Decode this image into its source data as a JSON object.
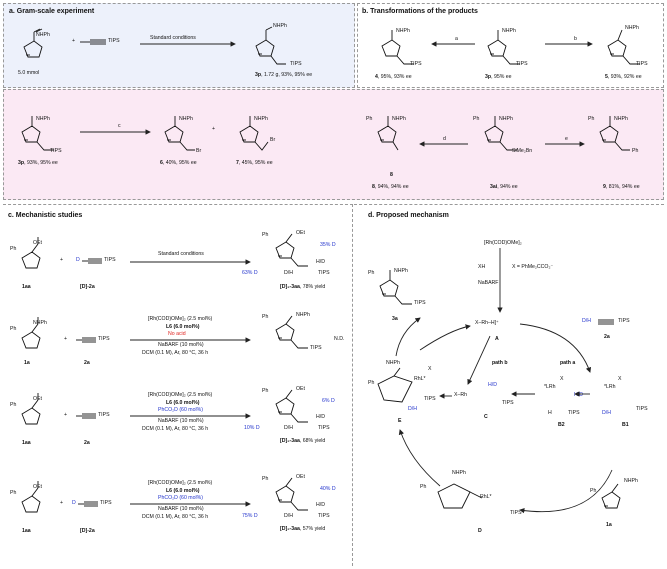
{
  "panels": {
    "a": {
      "title": "a. Gram-scale experiment",
      "bg": "#edf1fb"
    },
    "b": {
      "title": "b. Transformations of the products",
      "bg": "#ffffff"
    },
    "b2": {
      "bg": "#fbe9f4"
    },
    "c": {
      "title": "c. Mechanistic studies"
    },
    "d": {
      "title": "d. Proposed mechanism"
    }
  },
  "a": {
    "amide": "NHPh",
    "alkyne": "TIPS",
    "scale": "5.0 mmol",
    "conditions": "Standard conditions",
    "product_sub1": "NHPh",
    "product_sub2": "TIPS",
    "product_label": "3p",
    "product_yield": ", 1.72 g, 93%, 95% ee"
  },
  "b": {
    "arrow_a": "a",
    "arrow_b": "b",
    "arrow_c": "c",
    "arrow_d": "d",
    "arrow_e": "e",
    "c4": {
      "label": "4",
      "yield": ", 95%, 93% ee",
      "nh": "NHPh",
      "tips": "TIPS"
    },
    "c3p": {
      "label": "3p",
      "yield": ", 95% ee",
      "nh": "NHPh",
      "tips": "TIPS"
    },
    "c5": {
      "label": "5",
      "yield": ", 93%, 92% ee",
      "nh": "NHPh",
      "tips": "TIPS"
    },
    "c3p2": {
      "label": "3p",
      "yield": ", 93%, 95% ee",
      "nh": "NHPh",
      "tips": "TIPS"
    },
    "c6": {
      "label": "6",
      "yield": ", 40%, 95% ee",
      "nh": "NHPh",
      "br": "Br"
    },
    "plus": "+",
    "c7": {
      "label": "7",
      "yield": ", 45%, 95% ee",
      "nh": "NHPh",
      "br": "Br"
    },
    "c8": {
      "label": "8",
      "yield": ", 94%, 94% ee",
      "ph": "Ph",
      "nh": "NHPh"
    },
    "c8b": {
      "label": "8"
    },
    "c3ai": {
      "label": "3ai",
      "yield": ", 94% ee",
      "ph": "Ph",
      "nh": "NHPh",
      "si": "SiMe₂Bn"
    },
    "c9": {
      "label": "9",
      "yield": ", 81%, 94% ee",
      "ph": "Ph",
      "nh": "NHPh",
      "ph2": "Ph"
    }
  },
  "c": {
    "r1": {
      "sm_ph": "Ph",
      "sm_oet": "OEt",
      "sm_label": "1aa",
      "plus": "+",
      "d": "D",
      "tips": "TIPS",
      "alk_label": "[D]-2a",
      "cond": "Standard conditions",
      "p_ph": "Ph",
      "p_oet": "OEt",
      "p_d35": "35% D",
      "p_hd": "H/D",
      "p_dh": "D/H",
      "p_tips": "TIPS",
      "p_d63": "63% D",
      "p_label": "[D]₂-3aa",
      "p_yield": ", 78% yield"
    },
    "r2": {
      "sm_ph": "Ph",
      "sm_nh": "NHPh",
      "sm_label": "1a",
      "plus": "+",
      "tips": "TIPS",
      "alk_label": "2a",
      "cond1": "[Rh(COD)OMe]₂ (2.5 mol%)",
      "cond2": "L6 (6.0 mol%)",
      "cond3": "No acid",
      "cond4": "NaBARF (10 mol%)",
      "cond5": "DCM (0.1 M), Ar, 80 °C, 36 h",
      "p_ph": "Ph",
      "p_nh": "NHPh",
      "p_tips": "TIPS",
      "nd": "N.D."
    },
    "r3": {
      "sm_ph": "Ph",
      "sm_oet": "OEt",
      "sm_label": "1aa",
      "plus": "+",
      "tips": "TIPS",
      "alk_label": "2a",
      "cond1": "[Rh(COD)OMe]₂ (2.5 mol%)",
      "cond2": "L6 (6.0 mol%)",
      "cond3": "PhCO₂D (60 mol%)",
      "cond4": "NaBARF (10 mol%)",
      "cond5": "DCM (0.1 M), Ar, 80 °C, 36 h",
      "p_ph": "Ph",
      "p_oet": "OEt",
      "p_d6": "6% D",
      "p_hd": "H/D",
      "p_dh": "D/H",
      "p_tips": "TIPS",
      "p_d10": "10% D",
      "p_label": "[D]₂-3aa",
      "p_yield": ", 68% yield"
    },
    "r4": {
      "sm_ph": "Ph",
      "sm_oet": "OEt",
      "sm_label": "1aa",
      "plus": "+",
      "d": "D",
      "tips": "TIPS",
      "alk_label": "[D]-2a",
      "cond1": "[Rh(COD)OMe]₂ (2.5 mol%)",
      "cond2": "L6 (6.0 mol%)",
      "cond3": "PhCO₂D (60 mol%)",
      "cond4": "NaBARF (10 mol%)",
      "cond5": "DCM (0.1 M), Ar, 80 °C, 36 h",
      "p_ph": "Ph",
      "p_oet": "OEt",
      "p_d40": "40% D",
      "p_hd": "H/D",
      "p_dh": "D/H",
      "p_tips": "TIPS",
      "p_d75": "75% D",
      "p_label": "[D]₂-3aa",
      "p_yield": ", 57% yield"
    }
  },
  "d": {
    "precat": "[Rh(COD)OMe]₂",
    "xh": "XH",
    "xdef": "X = PhMe₂CCO₂⁻",
    "nabarf": "NaBARF",
    "A_formula": "X–Rh–H",
    "A_charge": "]⁺",
    "A_label": "A",
    "alkyne_dh": "D/H",
    "alkyne_tips": "TIPS",
    "alkyne_label": "2a",
    "path_a": "path a",
    "path_b": "path b",
    "B1_rh": "*LRh",
    "B1_x": "X",
    "B1_dh": "D/H",
    "B1_tips": "TIPS",
    "B1_label": "B1",
    "B2_rh": "*LRh",
    "B2_x": "X",
    "B2_hd": "H/D",
    "B2_h": "H",
    "B2_tips": "TIPS",
    "B2_label": "B2",
    "C_rh": "X–Rh",
    "C_hd": "H/D",
    "C_tips": "TIPS",
    "C_label": "C",
    "E_nh": "NHPh",
    "E_ph": "Ph",
    "E_rh": "RhL*",
    "E_x": "X",
    "E_dh": "D/H",
    "E_tips": "TIPS",
    "E_label": "E",
    "D_nh": "NHPh",
    "D_ph": "Ph",
    "D_rh": "Rh",
    "D_l": "L*",
    "D_tips": "TIPS",
    "D_label": "D",
    "sub_ph": "Ph",
    "sub_nh": "NHPh",
    "sub_label": "1a",
    "prod_ph": "Ph",
    "prod_nh": "NHPh",
    "prod_tips": "TIPS",
    "prod_label": "3a"
  }
}
